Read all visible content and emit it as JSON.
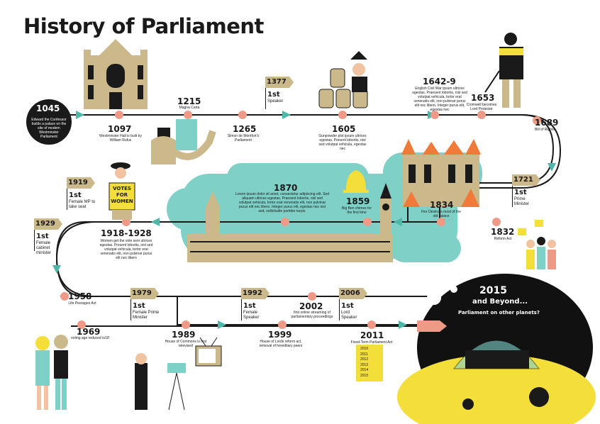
{
  "title": "History of Parliament",
  "events": [
    {
      "year": "1045",
      "text": "Edward the Confessor builds a palace on the site of modern Westminster Parliament"
    },
    {
      "year": "1097",
      "text": "Westminster Hall is built by William Rufus"
    },
    {
      "year": "1215",
      "text": "Magna Carta"
    },
    {
      "year": "1265",
      "text": "Simon de Montfort's Parliament"
    },
    {
      "year": "1605",
      "text": "Gunpowder plot ipsum ultrices egestas. Present lobortis, nisl sed volutpat vehicula, egestas nec"
    },
    {
      "year": "1642-9",
      "text": "English Civil War ipsum ultrices egestas. Praesent lobortis, nisl sed volutpat vehicula, tortor erat venenatis elit, non pulvinar purus elit nec libero. Integer purus elit, egestas nec"
    },
    {
      "year": "1653",
      "text": "Cromwell becomes Lord Protector"
    },
    {
      "year": "1689",
      "text": "Bill of Rights"
    },
    {
      "year": "1832",
      "text": "Reform Act"
    },
    {
      "year": "1834",
      "text": "Fire Destroys most of the old palace"
    },
    {
      "year": "1859",
      "text": "Big Ben chimes for the first time"
    },
    {
      "year": "1870",
      "text": "Lorem ipsum dolor sit amet, consectetur adipiscing elit. Sed aliquam ultrices egestas. Praesent lobortis, nisl sed volutpat vehicula, tortor erat venenatis elit, non pulvinar purus elit nec libero. Integer purus elit, egestas nec nisl sed, sollicitudin porttitor turpis."
    },
    {
      "year": "1918-1928",
      "text": "Women get the vote sem ultrices egestas. Present lobortis, nisl sed volutpat vehicula, tortor erat venenatis elit, non pulvinar purus elit nec libero"
    },
    {
      "year": "1958",
      "text": "Life Peerages Act"
    },
    {
      "year": "1969",
      "text": "voting age reduced to18"
    },
    {
      "year": "1989",
      "text": "House of Commons is first televised"
    },
    {
      "year": "1999",
      "text": "House of Lords reform act, removal of hereditary peers"
    },
    {
      "year": "2002",
      "text": "first online streaming of parliamentary proceedings"
    },
    {
      "year": "2011",
      "text": "Fixed-Term Parliament Act"
    }
  ],
  "flags": [
    {
      "year": "1377",
      "first": "1st",
      "text": "Speaker"
    },
    {
      "year": "1721",
      "first": "1st",
      "text": "Prime Minister"
    },
    {
      "year": "1919",
      "first": "1st",
      "text": "Female MP to take seat"
    },
    {
      "year": "1929",
      "first": "1st",
      "text": "Female cabinet minister"
    },
    {
      "year": "1979",
      "first": "1st",
      "text": "Female Prime Minister"
    },
    {
      "year": "1992",
      "first": "1st",
      "text": "Female Speaker"
    },
    {
      "year": "2006",
      "first": "1st",
      "text": "Lord Speaker"
    }
  ],
  "future": {
    "year": "2015",
    "line2": "and Beyond...",
    "question": "Parliament on other planets?"
  },
  "sign": {
    "line1": "VOTES",
    "line2": "FOR",
    "line3": "WOMEN"
  },
  "checklist": [
    "2010",
    "2011",
    "2012",
    "2013",
    "2014",
    "2015"
  ],
  "colors": {
    "ink": "#1a1a1a",
    "teal": "#7fd1c8",
    "arrow": "#4fb7a8",
    "dot": "#ef9a86",
    "gold": "#cbb98b",
    "yellow": "#f3de3a",
    "fire": "#f07a3a",
    "space": "#111111"
  }
}
